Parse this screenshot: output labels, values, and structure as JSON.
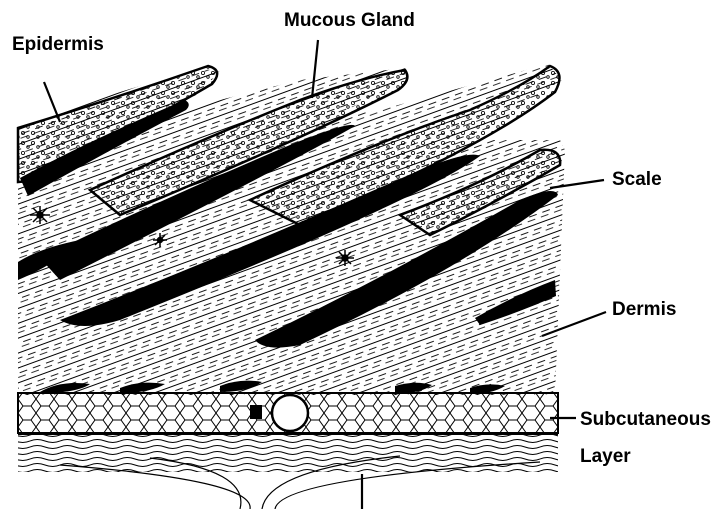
{
  "labels": {
    "epidermis": "Epidermis",
    "mucous_gland": "Mucous Gland",
    "scale": "Scale",
    "dermis": "Dermis",
    "subcutaneous": "Subcutaneous",
    "layer": "Layer"
  },
  "colors": {
    "ink": "#000000",
    "paper": "#ffffff"
  }
}
